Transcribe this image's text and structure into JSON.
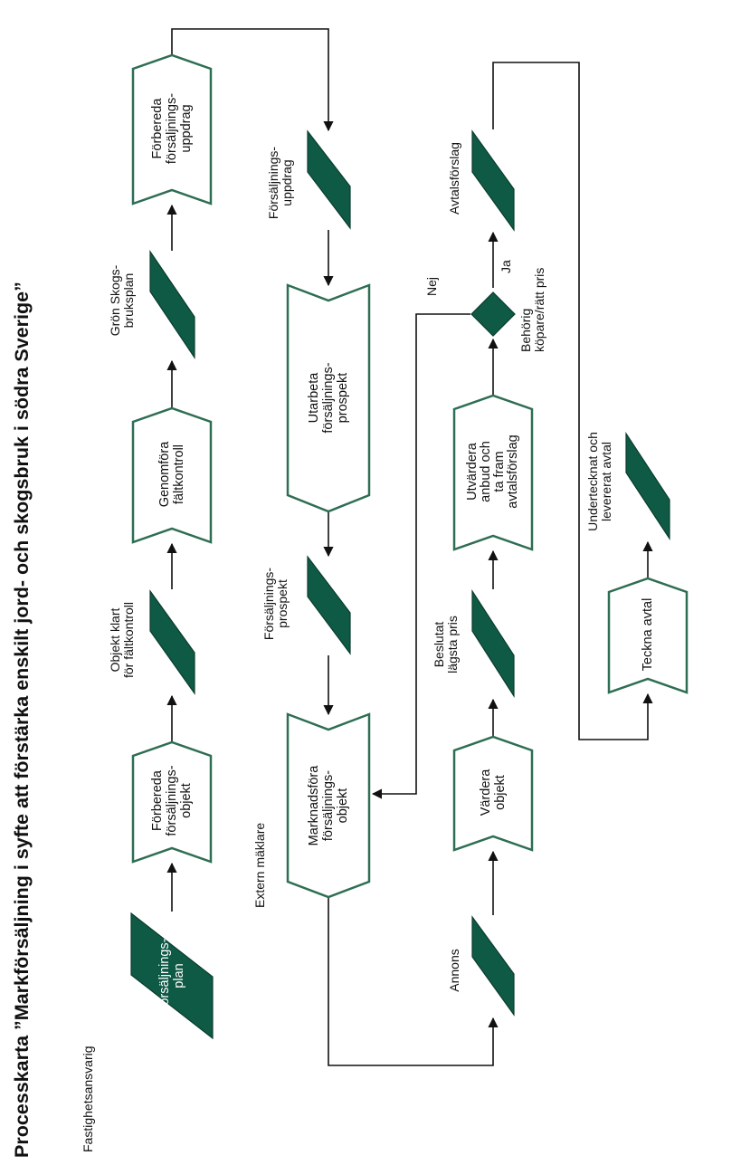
{
  "title": "Processkarta ”Markförsäljning i syfte att förstärka enskilt jord- och skogsbruk i södra Sverige”",
  "roles": {
    "fastighetsansvarig": "Fastighetsansvarig",
    "extern_maklare": "Extern mäklare"
  },
  "colors": {
    "doc_fill": "#0f5a45",
    "box_stroke": "#2e6e52",
    "line": "#111111"
  },
  "documents": {
    "forsaljningsplan": "Försäljnings-\nplan",
    "objekt_klart": "Objekt klart\nför fältkontroll",
    "gron_skogsbruksplan": "Grön Skogs-\nbruksplan",
    "forsaljningsuppdrag": "Försäljnings-\nuppdrag",
    "forsaljningsprospekt": "Försäljnings-\nprospekt",
    "annons": "Annons",
    "beslutat_lagsta_pris": "Beslutat\nlägsta pris",
    "avtalsforslag": "Avtalsförslag",
    "undertecknat_avtal": "Undertecknat och\nlevererat avtal"
  },
  "processes": {
    "forbereda_objekt": "Förbereda\nförsäljnings-\nobjekt",
    "genomfora_faltkontroll": "Genomföra\nfältkontroll",
    "forbereda_uppdrag": "Förbereda\nförsäljnings-\nuppdrag",
    "utarbeta_prospekt": "Utarbeta\nförsäljnings-\nprospekt",
    "marknadsfora_objekt": "Marknadsföra\nförsäljnings-\nobjekt",
    "vardera_objekt": "Värdera\nobjekt",
    "utvardera_anbud": "Utvärdera\nanbud och\nta fram\navtalsförslag",
    "teckna_avtal": "Teckna avtal"
  },
  "decision": {
    "label": "Behörig\nköpare/rätt pris",
    "yes": "Ja",
    "no": "Nej"
  }
}
